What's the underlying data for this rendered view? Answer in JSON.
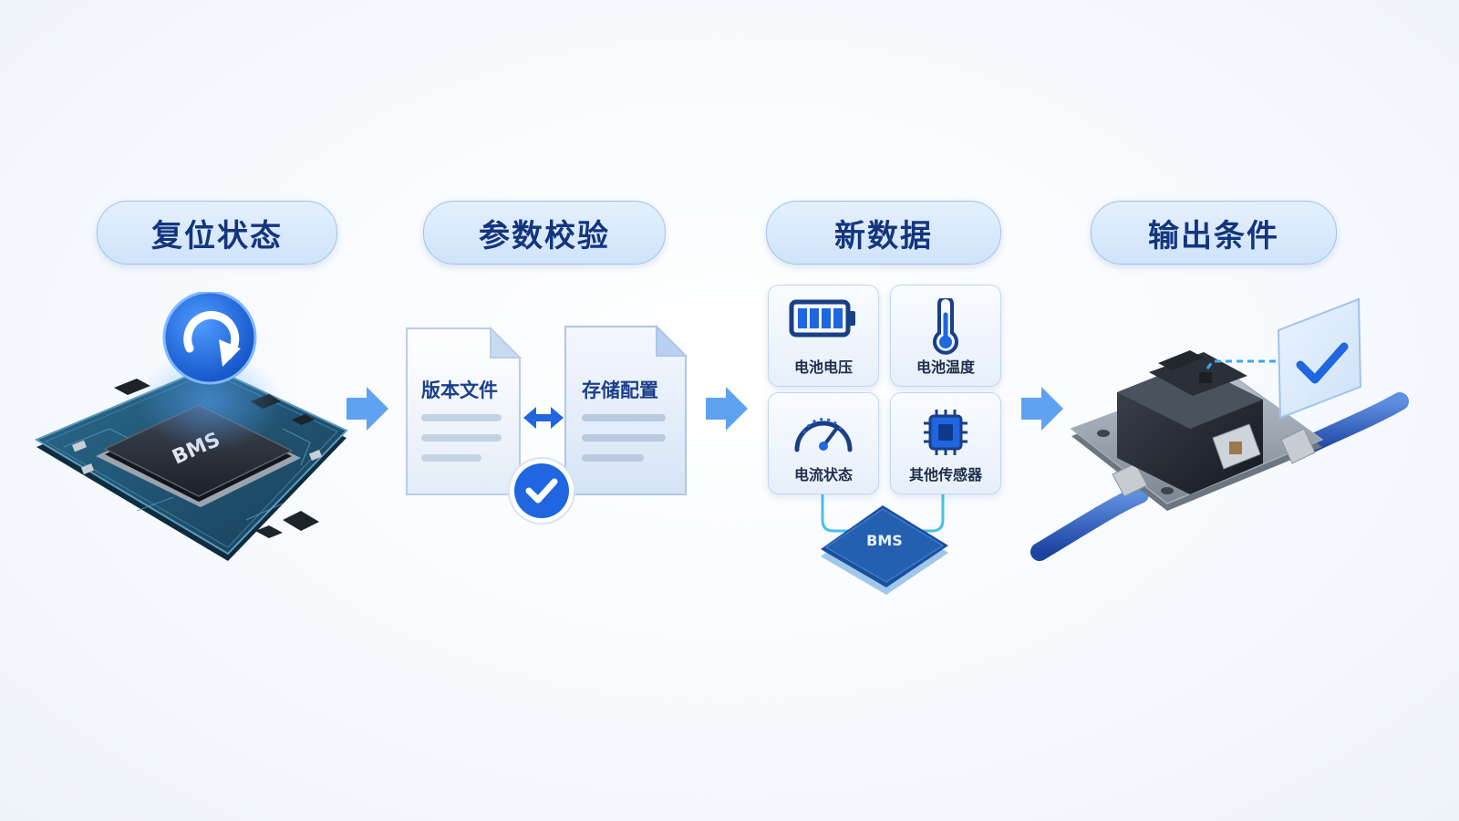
{
  "steps": [
    {
      "label": "复位状态",
      "icon": "bms-board-reset-icon"
    },
    {
      "label": "参数校验",
      "icon": "document-compare-icon"
    },
    {
      "label": "新数据",
      "icon": "sensor-grid-icon"
    },
    {
      "label": "输出条件",
      "icon": "relay-contactor-icon"
    }
  ],
  "chip_text": "BMS",
  "docs": {
    "left": "版本文件",
    "right": "存储配置"
  },
  "tiles": [
    {
      "label": "电池电压",
      "icon": "battery-icon"
    },
    {
      "label": "电池温度",
      "icon": "thermometer-icon"
    },
    {
      "label": "电流状态",
      "icon": "gauge-icon"
    },
    {
      "label": "其他传感器",
      "icon": "chip-icon"
    }
  ],
  "mini_chip_text": "BMS",
  "colors": {
    "accent": "#1f66e0",
    "pill_text": "#14357e",
    "arrow": "#5ea2f0",
    "board": "#1e4f6e"
  }
}
